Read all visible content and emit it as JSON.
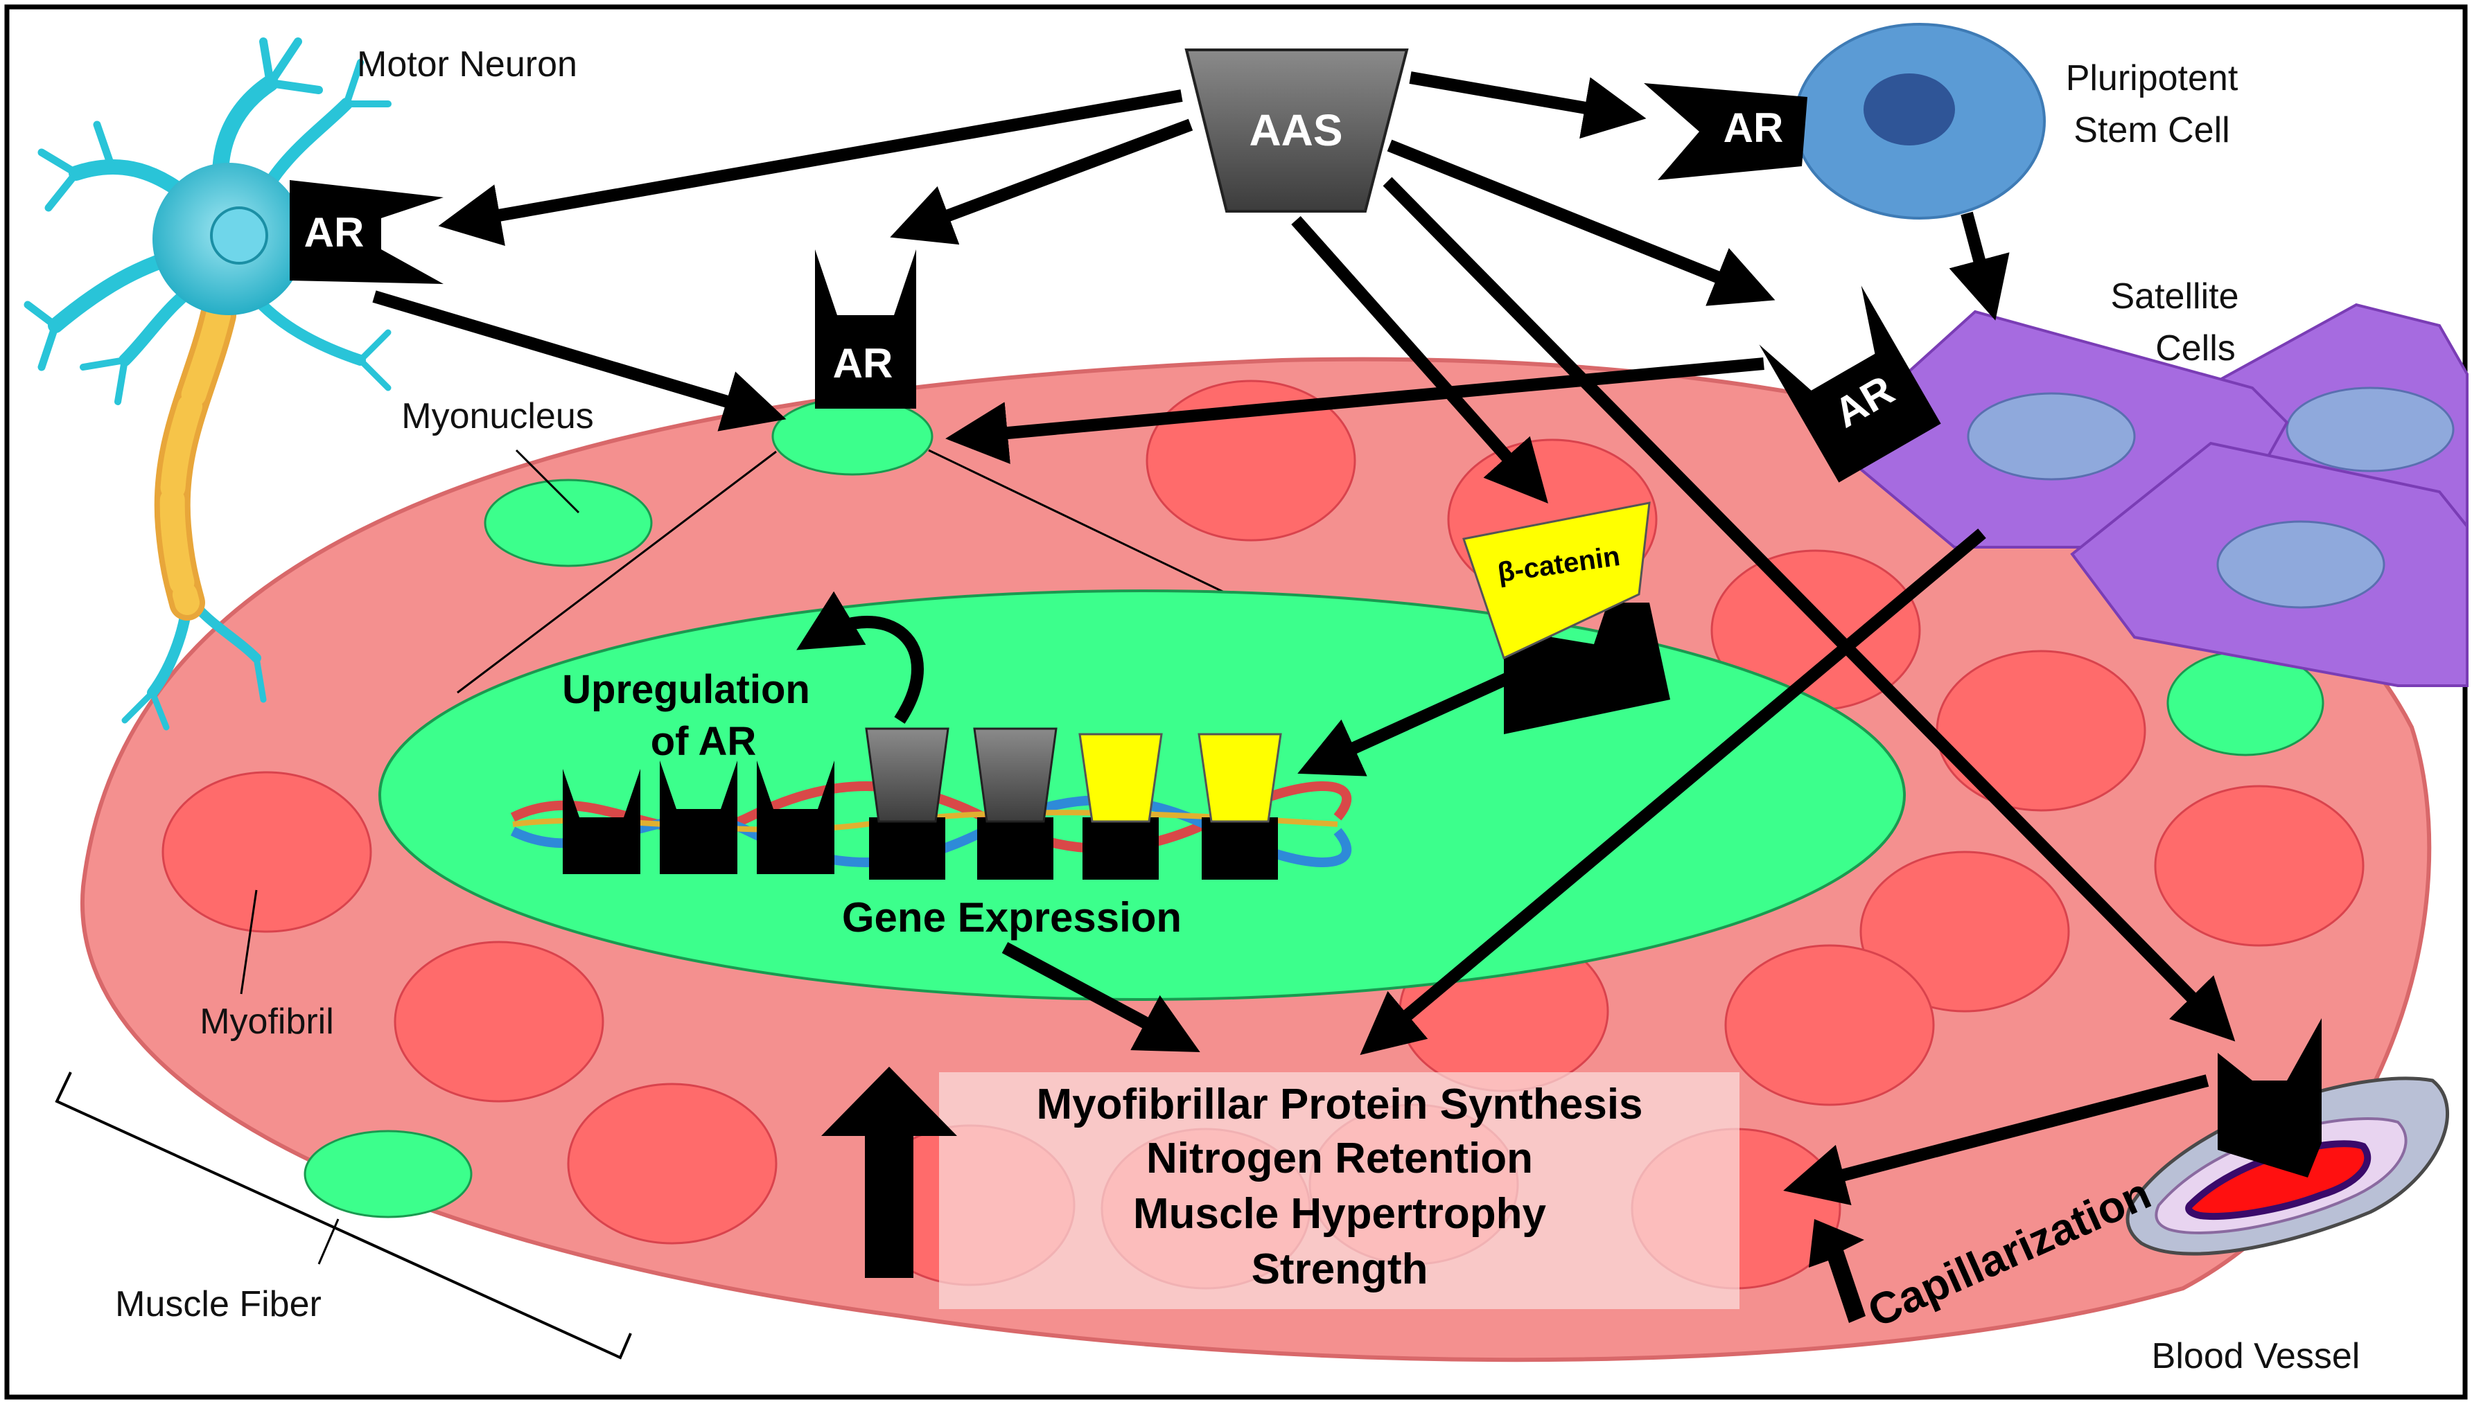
{
  "labels": {
    "motor_neuron": "Motor Neuron",
    "aas": "AAS",
    "pluripotent_1": "Pluripotent",
    "pluripotent_2": "Stem Cell",
    "satellite_1": "Satellite",
    "satellite_2": "Cells",
    "myonucleus": "Myonucleus",
    "myofibril": "Myofibril",
    "muscle_fiber": "Muscle Fiber",
    "blood_vessel": "Blood Vessel",
    "beta_catenin": "β-catenin",
    "upregulation_1": "Upregulation",
    "upregulation_2": "of AR",
    "gene_expression": "Gene Expression",
    "capillarization": "Capillarization"
  },
  "receptor_label": "AR",
  "outcomes": [
    "Myofibrillar Protein Synthesis",
    "Nitrogen Retention",
    "Muscle Hypertrophy",
    "Strength"
  ],
  "colors": {
    "muscle_fiber": "#f4908f",
    "myofibril": "#ff6b6b",
    "nucleus": "#3cff8c",
    "receptor": "#000000",
    "aas": "#555555",
    "beta_catenin": "#ffff00",
    "neuron": "#29c4d8",
    "stem_cell": "#5b9bd5",
    "satellite_cell": "#a66be0",
    "vessel_lumen": "#ff1010"
  }
}
